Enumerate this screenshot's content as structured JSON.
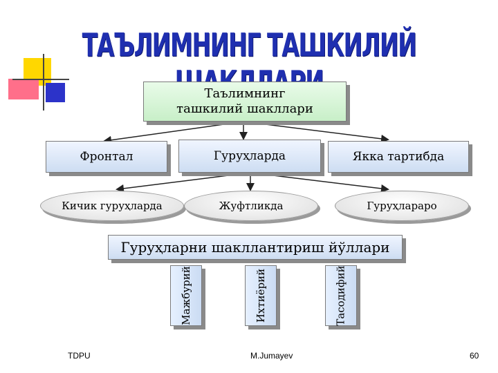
{
  "slide": {
    "title": "ТАЪЛИМНИНГ ТАШКИЛИЙ ШАКЛЛАРИ",
    "root_box": "Таълимнинг ташкилий шакллари",
    "level1": [
      "Фронтал",
      "Гуруҳларда",
      "Якка тартибда"
    ],
    "level2": [
      "Кичик гуруҳларда",
      "Жуфтликда",
      "Гуруҳлараро"
    ],
    "methods_header": "Гуруҳларни шакллантириш йўллари",
    "methods": [
      "Мажбурий",
      "Ихтиёрий",
      "Тасодифий"
    ]
  },
  "footer": {
    "left": "TDPU",
    "center": "M.Jumayev",
    "page_number": "60"
  },
  "colors": {
    "title": "#1f2fb0",
    "box_green": "#d6f5d6",
    "box_blue": "#dbe6f6",
    "ellipse": "#e8e8e8"
  }
}
